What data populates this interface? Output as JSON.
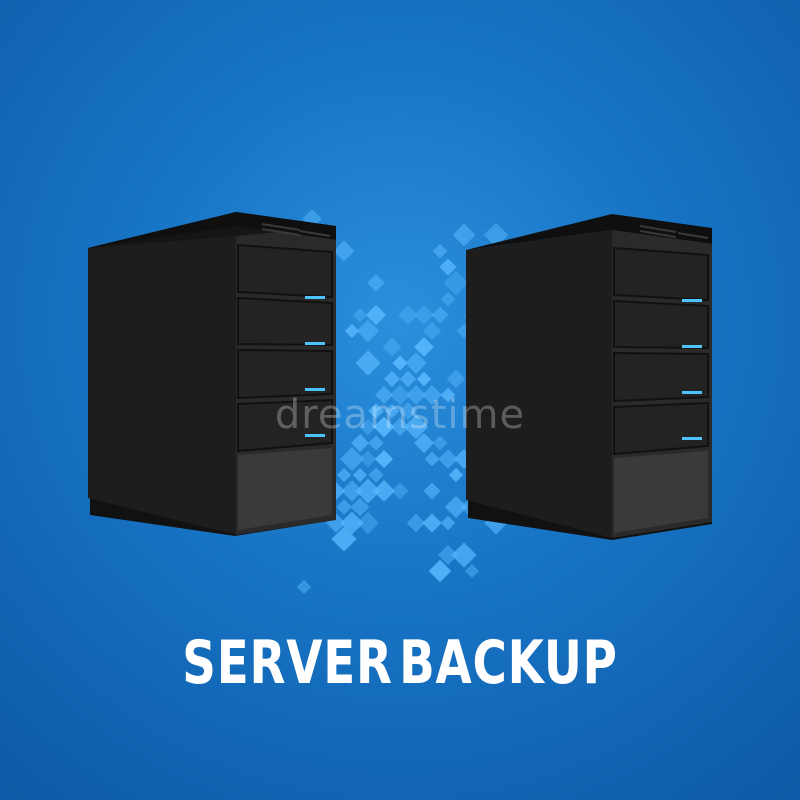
{
  "caption": {
    "word1": "SERVER",
    "word2": "BACKUP"
  },
  "watermark": "dreamstime",
  "icons": [
    "server-tower-icon",
    "server-tower-icon",
    "data-transfer-pixels"
  ],
  "colors": {
    "background": "#1773c4",
    "server_body": "#1b1b1b",
    "server_side": "#242424",
    "led": "#4cc3ff",
    "pixels": "#5ab9ff",
    "text": "#ffffff"
  }
}
